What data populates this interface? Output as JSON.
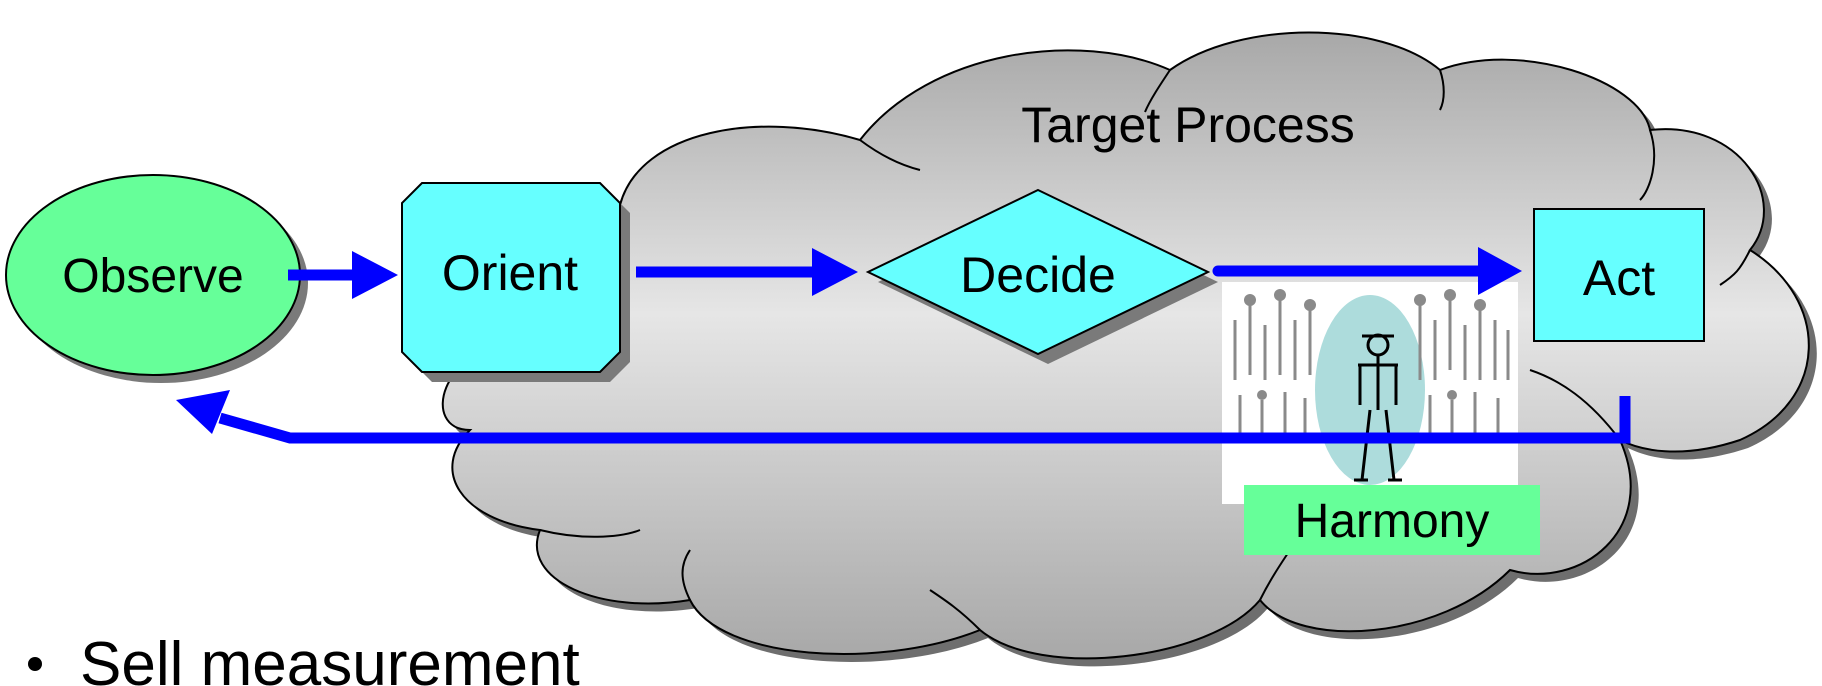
{
  "diagram": {
    "cloud_title": "Target Process",
    "nodes": {
      "observe": "Observe",
      "orient": "Orient",
      "decide": "Decide",
      "act": "Act"
    },
    "harmony_label": "Harmony",
    "colors": {
      "observe_fill": "#66ff99",
      "box_fill": "#66ffff",
      "arrow": "#0000ff",
      "harmony_fill": "#66ff99",
      "cloud_dark": "#a8a8a8",
      "cloud_light": "#e8e8e8"
    }
  },
  "bullets": [
    "Sell measurement"
  ]
}
